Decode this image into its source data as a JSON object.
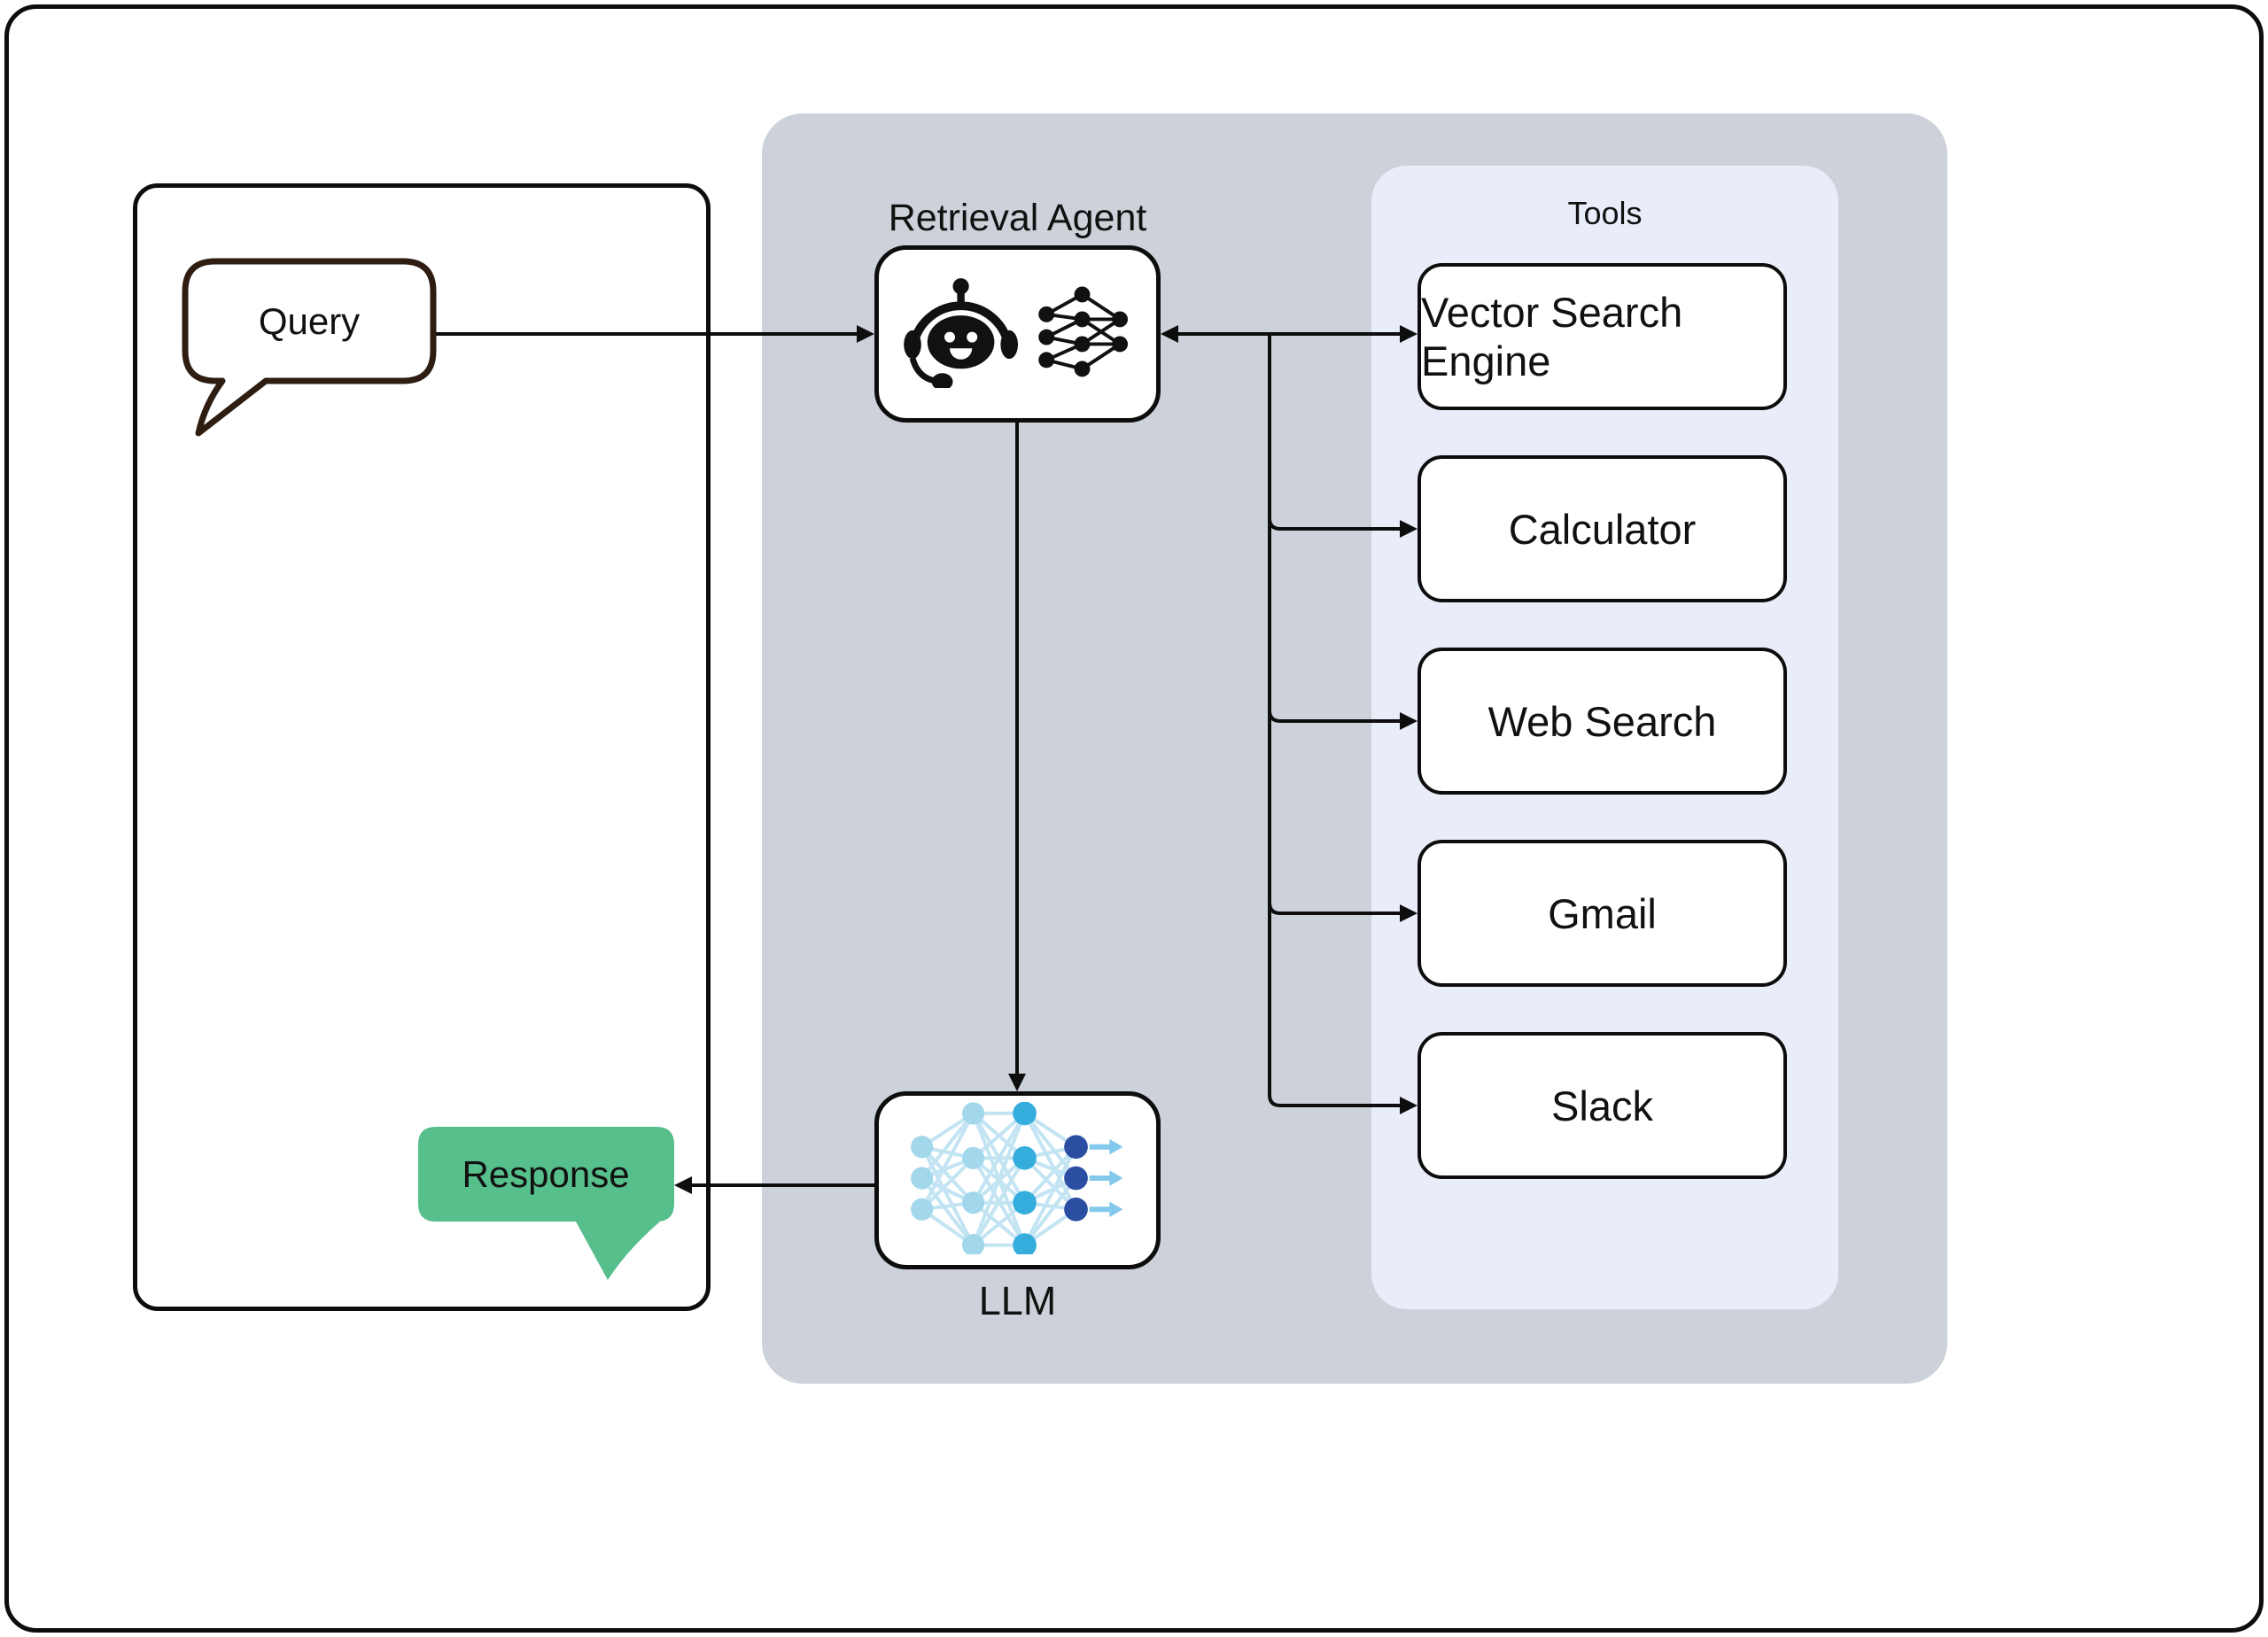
{
  "diagram": {
    "left_panel": {
      "query_label": "Query",
      "response_label": "Response"
    },
    "agent": {
      "title": "Retrieval Agent"
    },
    "llm": {
      "label": "LLM"
    },
    "tools": {
      "title": "Tools",
      "items": [
        {
          "label": "Vector Search Engine"
        },
        {
          "label": "Calculator"
        },
        {
          "label": "Web Search"
        },
        {
          "label": "Gmail"
        },
        {
          "label": "Slack"
        }
      ]
    },
    "colors": {
      "agent_panel_bg": "#cdd2da",
      "tools_panel_bg": "#e9ecf9",
      "response_bubble": "#56bf8c",
      "query_bubble_border": "#2e1d10",
      "connector": "#0d0d0d",
      "nn_node_light": "#a3d8ec",
      "nn_node_mid": "#36aedd",
      "nn_node_dark": "#2b4ea3",
      "nn_edge": "#c3e4f2",
      "nn_arrow": "#83c9ec"
    }
  }
}
